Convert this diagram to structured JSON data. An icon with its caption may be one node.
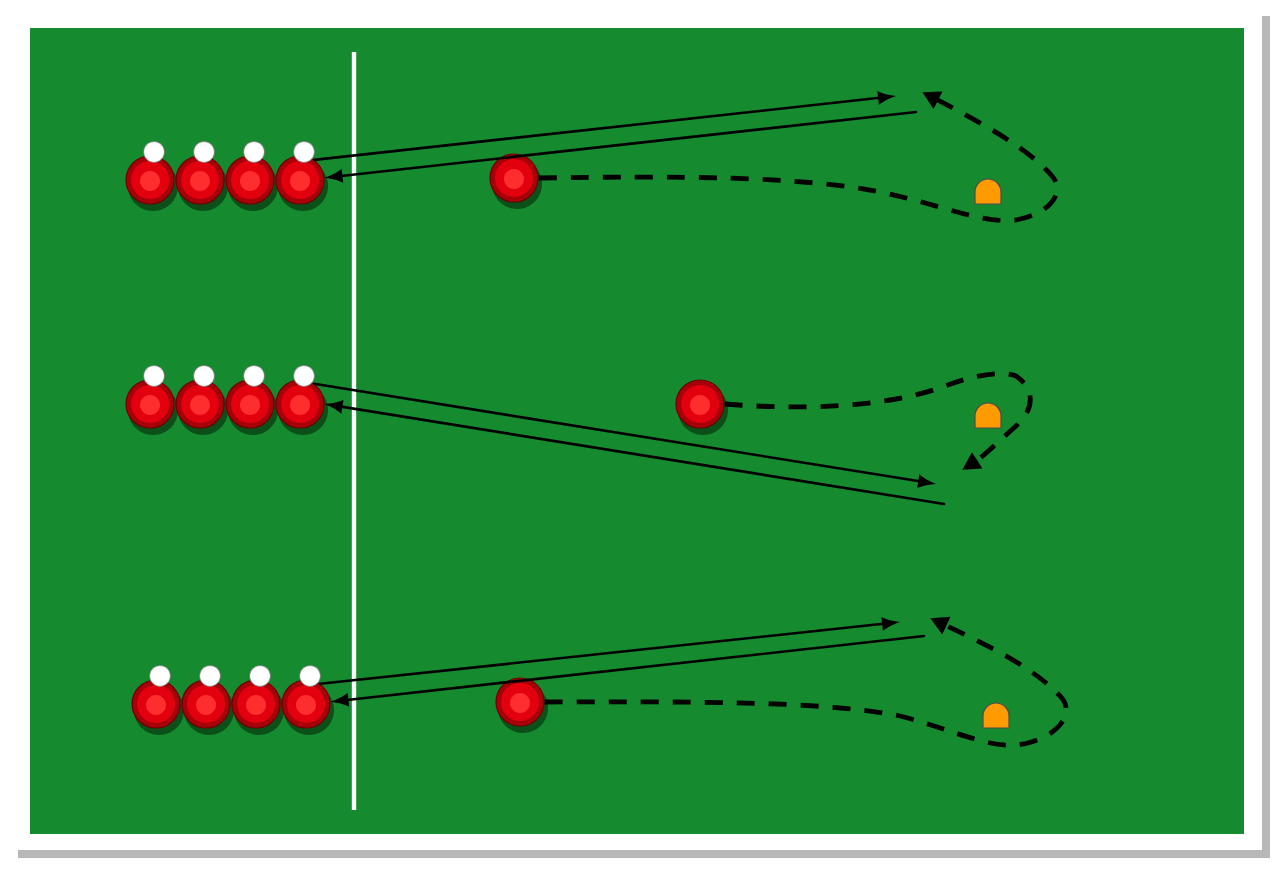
{
  "diagram": {
    "nodes": [
      {
        "text": [],
        "shape": "person"
      },
      {
        "text": [],
        "shape": "person"
      },
      {
        "text": [],
        "shape": "person"
      },
      {
        "text": [],
        "shape": "person"
      },
      {
        "text": [],
        "shape": "circle"
      },
      {
        "text": [],
        "shape": "cone"
      },
      {
        "text": [],
        "shape": "person"
      },
      {
        "text": [],
        "shape": "person"
      },
      {
        "text": [],
        "shape": "person"
      },
      {
        "text": [],
        "shape": "person"
      },
      {
        "text": [],
        "shape": "circle"
      },
      {
        "text": [],
        "shape": "cone"
      },
      {
        "text": [],
        "shape": "person"
      },
      {
        "text": [],
        "shape": "person"
      },
      {
        "text": [],
        "shape": "person"
      },
      {
        "text": [],
        "shape": "person"
      },
      {
        "text": [],
        "shape": "circle"
      },
      {
        "text": [],
        "shape": "cone"
      }
    ],
    "edges": [
      {
        "from": 3,
        "to": null,
        "arrow": "to"
      },
      {
        "from": null,
        "to": 3,
        "arrow": "to"
      },
      {
        "from": 4,
        "to": null,
        "arrow": "to",
        "style": "dashed"
      },
      {
        "from": 9,
        "to": null,
        "arrow": "to"
      },
      {
        "from": null,
        "to": 9,
        "arrow": "to"
      },
      {
        "from": 10,
        "to": null,
        "arrow": "to",
        "style": "dashed"
      },
      {
        "from": 15,
        "to": null,
        "arrow": "to"
      },
      {
        "from": null,
        "to": 15,
        "arrow": "to"
      },
      {
        "from": 16,
        "to": null,
        "arrow": "to",
        "style": "dashed"
      }
    ]
  }
}
